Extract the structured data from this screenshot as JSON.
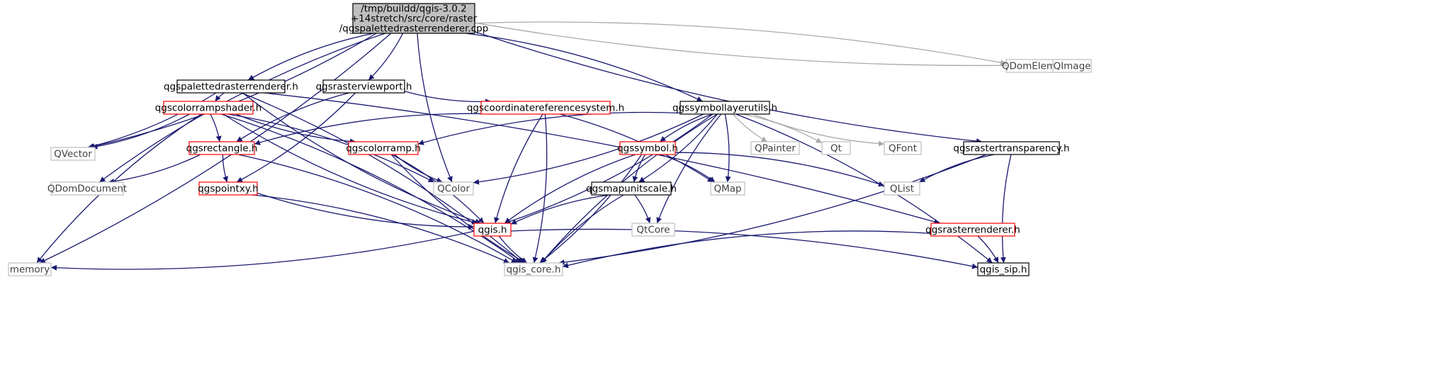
{
  "colors": {
    "focus_fill": "#bfbfbf",
    "border_black": "#000000",
    "border_red": "#ff0000",
    "border_grey": "#bfbfbf",
    "edge_dark": "#191970",
    "edge_grey": "#a9a9a9",
    "text_dark": "#000000",
    "text_grey": "#404040"
  },
  "nodes": [
    {
      "id": "root",
      "lines": [
        "/tmp/buildd/qgis-3.0.2",
        "+14stretch/src/core/raster",
        "/qgspalettedrasterrenderer.cpp"
      ],
      "kind": "focus"
    },
    {
      "id": "qgspalettedrasterrenderer_h",
      "lines": [
        "qgspalettedrasterrenderer.h"
      ],
      "kind": "black"
    },
    {
      "id": "qgsrasterviewport_h",
      "lines": [
        "qgsrasterviewport.h"
      ],
      "kind": "black"
    },
    {
      "id": "qdomelement",
      "lines": [
        "QDomElement"
      ],
      "kind": "grey"
    },
    {
      "id": "qimage",
      "lines": [
        "QImage"
      ],
      "kind": "grey"
    },
    {
      "id": "qgscolorrampshader_h",
      "lines": [
        "qgscolorrampshader.h"
      ],
      "kind": "red"
    },
    {
      "id": "qgscoordinatereferencesystem_h",
      "lines": [
        "qgscoordinatereferencesystem.h"
      ],
      "kind": "red"
    },
    {
      "id": "qgssymbollayerutils_h",
      "lines": [
        "qgssymbollayerutils.h"
      ],
      "kind": "black"
    },
    {
      "id": "qgsrastertransparency_h",
      "lines": [
        "qgsrastertransparency.h"
      ],
      "kind": "black"
    },
    {
      "id": "qvector",
      "lines": [
        "QVector"
      ],
      "kind": "grey"
    },
    {
      "id": "qgsrectangle_h",
      "lines": [
        "qgsrectangle.h"
      ],
      "kind": "red"
    },
    {
      "id": "qgscolorramp_h",
      "lines": [
        "qgscolorramp.h"
      ],
      "kind": "red"
    },
    {
      "id": "qgssymbol_h",
      "lines": [
        "qgssymbol.h"
      ],
      "kind": "red"
    },
    {
      "id": "qpainter",
      "lines": [
        "QPainter"
      ],
      "kind": "grey"
    },
    {
      "id": "qt",
      "lines": [
        "Qt"
      ],
      "kind": "grey"
    },
    {
      "id": "qfont",
      "lines": [
        "QFont"
      ],
      "kind": "grey"
    },
    {
      "id": "qdomdocument",
      "lines": [
        "QDomDocument"
      ],
      "kind": "grey"
    },
    {
      "id": "qcolor",
      "lines": [
        "QColor"
      ],
      "kind": "grey"
    },
    {
      "id": "qmap",
      "lines": [
        "QMap"
      ],
      "kind": "grey"
    },
    {
      "id": "qlist",
      "lines": [
        "QList"
      ],
      "kind": "grey"
    },
    {
      "id": "qgspointxy_h",
      "lines": [
        "qgspointxy.h"
      ],
      "kind": "red"
    },
    {
      "id": "qgsmapunitscale_h",
      "lines": [
        "qgsmapunitscale.h"
      ],
      "kind": "black"
    },
    {
      "id": "qtcore",
      "lines": [
        "QtCore"
      ],
      "kind": "grey"
    },
    {
      "id": "qgis_h",
      "lines": [
        "qgis.h"
      ],
      "kind": "red"
    },
    {
      "id": "qgsrasterrenderer_h",
      "lines": [
        "qgsrasterrenderer.h"
      ],
      "kind": "red"
    },
    {
      "id": "memory",
      "lines": [
        "memory"
      ],
      "kind": "grey"
    },
    {
      "id": "qgis_core_h",
      "lines": [
        "qgis_core.h"
      ],
      "kind": "grey"
    },
    {
      "id": "qgis_sip_h",
      "lines": [
        "qgis_sip.h"
      ],
      "kind": "black"
    }
  ],
  "edges": [
    {
      "from": "root",
      "to": "memory",
      "style": "dark"
    },
    {
      "from": "root",
      "to": "qdomdocument",
      "style": "dark"
    },
    {
      "from": "root",
      "to": "qvector",
      "style": "dark"
    },
    {
      "from": "root",
      "to": "qgspalettedrasterrenderer_h",
      "style": "dark"
    },
    {
      "from": "root",
      "to": "qgsrasterviewport_h",
      "style": "dark"
    },
    {
      "from": "root",
      "to": "qcolor",
      "style": "dark"
    },
    {
      "from": "root",
      "to": "qgssymbollayerutils_h",
      "style": "dark"
    },
    {
      "from": "root",
      "to": "qgsrastertransparency_h",
      "style": "dark"
    },
    {
      "from": "root",
      "to": "qdomelement",
      "style": "grey"
    },
    {
      "from": "root",
      "to": "qimage",
      "style": "grey"
    },
    {
      "from": "qgspalettedrasterrenderer_h",
      "to": "qvector",
      "style": "dark"
    },
    {
      "from": "qgspalettedrasterrenderer_h",
      "to": "qgscolorrampshader_h",
      "style": "dark"
    },
    {
      "from": "qgspalettedrasterrenderer_h",
      "to": "qgis_core_h",
      "style": "dark"
    },
    {
      "from": "qgspalettedrasterrenderer_h",
      "to": "qgis_h",
      "style": "dark"
    },
    {
      "from": "qgspalettedrasterrenderer_h",
      "to": "qgsrasterrenderer_h",
      "style": "dark"
    },
    {
      "from": "qgsrasterviewport_h",
      "to": "qgsrectangle_h",
      "style": "dark"
    },
    {
      "from": "qgsrasterviewport_h",
      "to": "qgspointxy_h",
      "style": "dark"
    },
    {
      "from": "qgsrasterviewport_h",
      "to": "qgscoordinatereferencesystem_h",
      "style": "dark"
    },
    {
      "from": "qgscolorrampshader_h",
      "to": "qvector",
      "style": "dark"
    },
    {
      "from": "qgscolorrampshader_h",
      "to": "memory",
      "style": "dark"
    },
    {
      "from": "qgscolorrampshader_h",
      "to": "qgsrectangle_h",
      "style": "dark"
    },
    {
      "from": "qgscolorrampshader_h",
      "to": "qgscolorramp_h",
      "style": "dark"
    },
    {
      "from": "qgscolorrampshader_h",
      "to": "qcolor",
      "style": "dark"
    },
    {
      "from": "qgscolorrampshader_h",
      "to": "qgis_h",
      "style": "dark"
    },
    {
      "from": "qgscolorrampshader_h",
      "to": "qgis_core_h",
      "style": "dark"
    },
    {
      "from": "qgscoordinatereferencesystem_h",
      "to": "qgsrectangle_h",
      "style": "dark"
    },
    {
      "from": "qgscoordinatereferencesystem_h",
      "to": "qmap",
      "style": "dark"
    },
    {
      "from": "qgscoordinatereferencesystem_h",
      "to": "qgis_h",
      "style": "dark"
    },
    {
      "from": "qgscoordinatereferencesystem_h",
      "to": "qgis_core_h",
      "style": "dark"
    },
    {
      "from": "qgssymbollayerutils_h",
      "to": "qgscolorramp_h",
      "style": "dark"
    },
    {
      "from": "qgssymbollayerutils_h",
      "to": "qcolor",
      "style": "dark"
    },
    {
      "from": "qgssymbollayerutils_h",
      "to": "qgssymbol_h",
      "style": "dark"
    },
    {
      "from": "qgssymbollayerutils_h",
      "to": "qgsmapunitscale_h",
      "style": "dark"
    },
    {
      "from": "qgssymbollayerutils_h",
      "to": "qpainter",
      "style": "grey"
    },
    {
      "from": "qgssymbollayerutils_h",
      "to": "qt",
      "style": "grey"
    },
    {
      "from": "qgssymbollayerutils_h",
      "to": "qfont",
      "style": "grey"
    },
    {
      "from": "qgssymbollayerutils_h",
      "to": "qmap",
      "style": "dark"
    },
    {
      "from": "qgssymbollayerutils_h",
      "to": "qtcore",
      "style": "dark"
    },
    {
      "from": "qgssymbollayerutils_h",
      "to": "qgis_h",
      "style": "dark"
    },
    {
      "from": "qgssymbollayerutils_h",
      "to": "qgis_core_h",
      "style": "dark"
    },
    {
      "from": "qgssymbollayerutils_h",
      "to": "qgis_sip_h",
      "style": "dark"
    },
    {
      "from": "qgsrastertransparency_h",
      "to": "qlist",
      "style": "dark"
    },
    {
      "from": "qgsrastertransparency_h",
      "to": "qgis_core_h",
      "style": "dark"
    },
    {
      "from": "qgsrastertransparency_h",
      "to": "qgis_sip_h",
      "style": "dark"
    },
    {
      "from": "qgsrectangle_h",
      "to": "qdomdocument",
      "style": "dark"
    },
    {
      "from": "qgsrectangle_h",
      "to": "qgspointxy_h",
      "style": "dark"
    },
    {
      "from": "qgsrectangle_h",
      "to": "qgis_core_h",
      "style": "dark"
    },
    {
      "from": "qgscolorramp_h",
      "to": "qcolor",
      "style": "dark"
    },
    {
      "from": "qgscolorramp_h",
      "to": "qgis_h",
      "style": "dark"
    },
    {
      "from": "qgscolorramp_h",
      "to": "qgis_core_h",
      "style": "dark"
    },
    {
      "from": "qgssymbol_h",
      "to": "qmap",
      "style": "dark"
    },
    {
      "from": "qgssymbol_h",
      "to": "qgsmapunitscale_h",
      "style": "dark"
    },
    {
      "from": "qgssymbol_h",
      "to": "qlist",
      "style": "dark"
    },
    {
      "from": "qgssymbol_h",
      "to": "qgis_h",
      "style": "dark"
    },
    {
      "from": "qgssymbol_h",
      "to": "qgis_core_h",
      "style": "dark"
    },
    {
      "from": "qgspointxy_h",
      "to": "qgis_h",
      "style": "dark"
    },
    {
      "from": "qgspointxy_h",
      "to": "qgis_core_h",
      "style": "dark"
    },
    {
      "from": "qgsmapunitscale_h",
      "to": "qgis_h",
      "style": "dark"
    },
    {
      "from": "qgsmapunitscale_h",
      "to": "qtcore",
      "style": "dark"
    },
    {
      "from": "qgsmapunitscale_h",
      "to": "qgis_core_h",
      "style": "dark"
    },
    {
      "from": "qgis_h",
      "to": "memory",
      "style": "dark"
    },
    {
      "from": "qgis_h",
      "to": "qgis_core_h",
      "style": "dark"
    },
    {
      "from": "qgis_h",
      "to": "qgis_sip_h",
      "style": "dark"
    },
    {
      "from": "qgsrasterrenderer_h",
      "to": "qgis_core_h",
      "style": "dark"
    },
    {
      "from": "qgsrasterrenderer_h",
      "to": "qgis_sip_h",
      "style": "dark"
    }
  ]
}
